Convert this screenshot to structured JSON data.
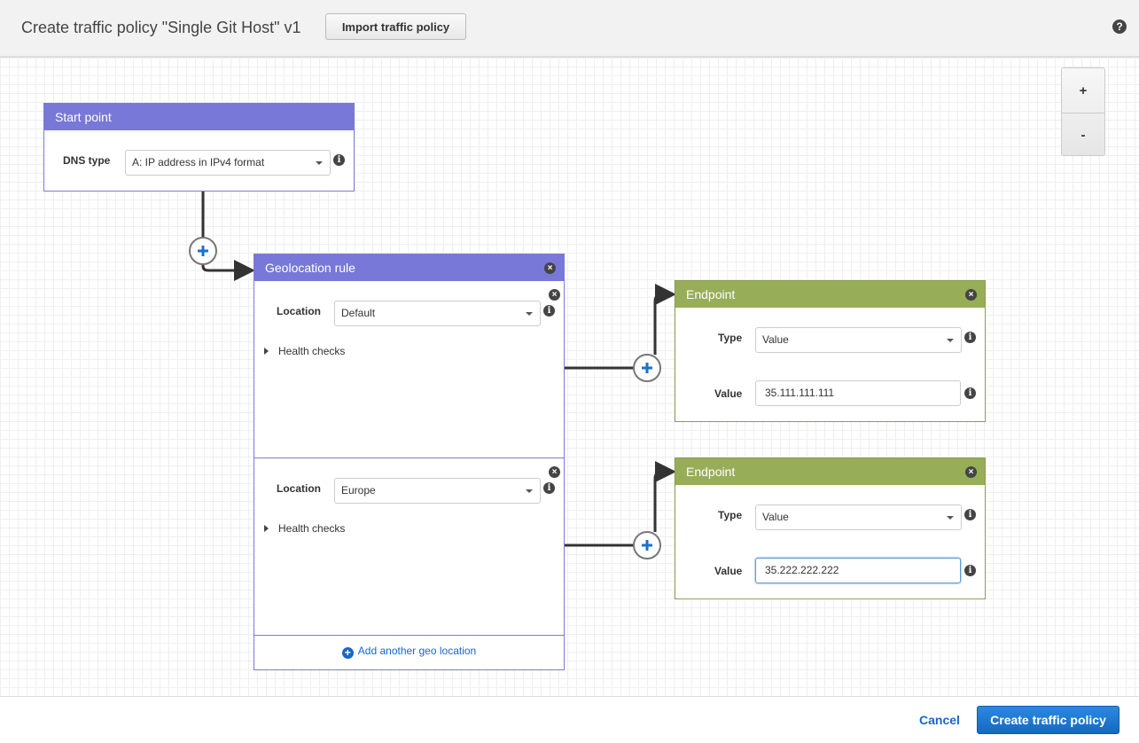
{
  "header": {
    "title": "Create traffic policy \"Single Git Host\" v1",
    "import_label": "Import traffic policy",
    "help_icon": "question-circle-icon"
  },
  "zoom": {
    "in": "+",
    "out": "-"
  },
  "start": {
    "title": "Start point",
    "dns_label": "DNS type",
    "dns_value": "A: IP address in IPv4 format"
  },
  "geo": {
    "title": "Geolocation rule",
    "rules": [
      {
        "location_label": "Location",
        "location": "Default",
        "health": "Health checks"
      },
      {
        "location_label": "Location",
        "location": "Europe",
        "health": "Health checks"
      }
    ],
    "add_label": "Add another geo location"
  },
  "endpoints": [
    {
      "title": "Endpoint",
      "type_label": "Type",
      "type": "Value",
      "value_label": "Value",
      "value": "35.111.111.111"
    },
    {
      "title": "Endpoint",
      "type_label": "Type",
      "type": "Value",
      "value_label": "Value",
      "value": "35.222.222.222"
    }
  ],
  "footer": {
    "cancel": "Cancel",
    "create": "Create traffic policy"
  },
  "colors": {
    "rule_header": "#7878d8",
    "endpoint_header": "#97ad58",
    "primary": "#1a73c9"
  }
}
